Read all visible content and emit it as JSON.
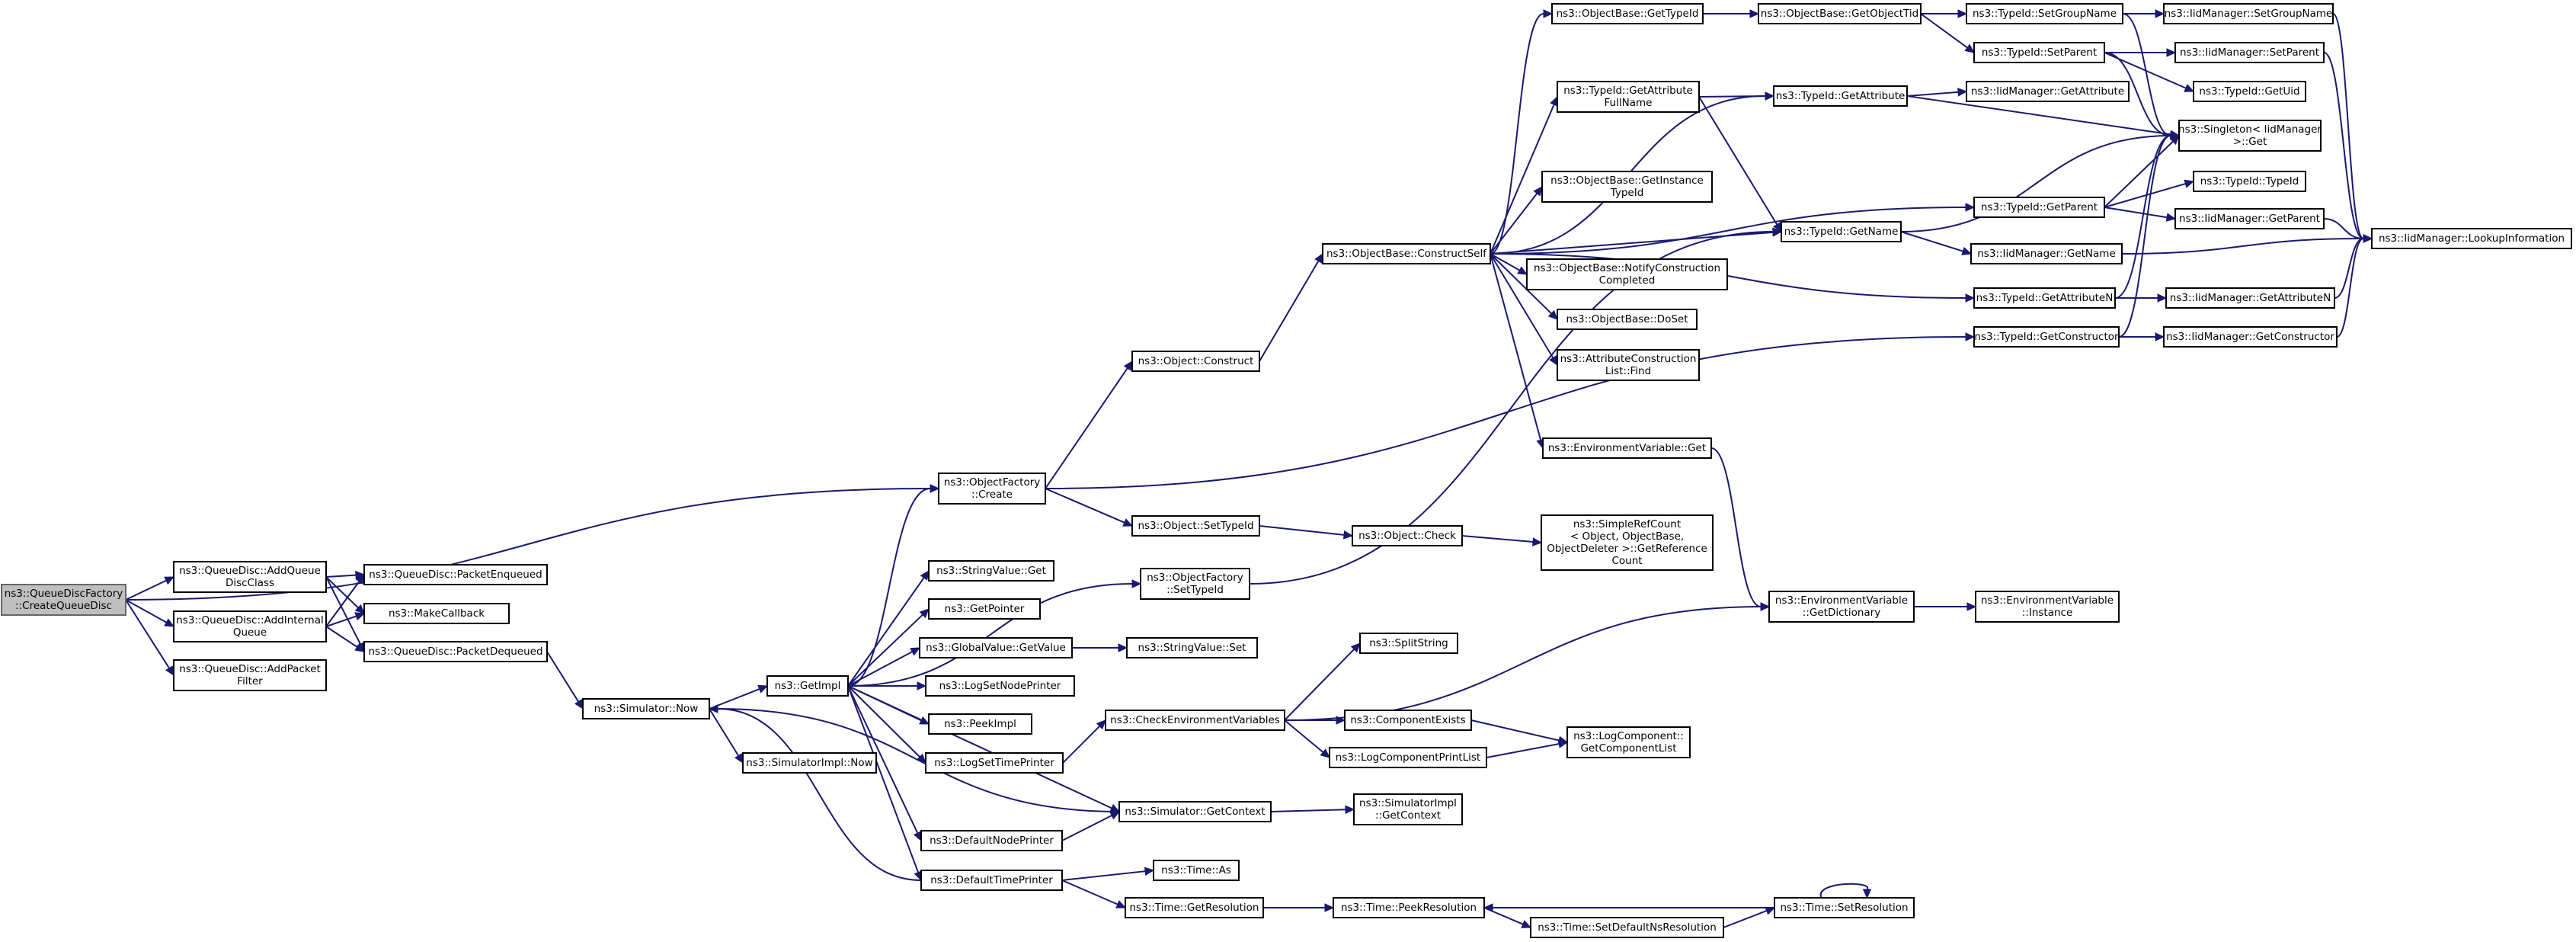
{
  "nodes": [
    {
      "id": "root",
      "label": [
        "ns3::QueueDiscFactory",
        "::CreateQueueDisc"
      ],
      "root": true
    },
    {
      "id": "addQueueDiscClass",
      "label": [
        "ns3::QueueDisc::AddQueue",
        "DiscClass"
      ]
    },
    {
      "id": "addInternalQueue",
      "label": [
        "ns3::QueueDisc::AddInternal",
        "Queue"
      ]
    },
    {
      "id": "addPacketFilter",
      "label": [
        "ns3::QueueDisc::AddPacket",
        "Filter"
      ]
    },
    {
      "id": "packetEnqueued",
      "label": [
        "ns3::QueueDisc::PacketEnqueued"
      ]
    },
    {
      "id": "makeCallback",
      "label": [
        "ns3::MakeCallback"
      ]
    },
    {
      "id": "packetDequeued",
      "label": [
        "ns3::QueueDisc::PacketDequeued"
      ]
    },
    {
      "id": "simNow",
      "label": [
        "ns3::Simulator::Now"
      ]
    },
    {
      "id": "simImplNow",
      "label": [
        "ns3::SimulatorImpl::Now"
      ]
    },
    {
      "id": "getImpl",
      "label": [
        "ns3::GetImpl"
      ]
    },
    {
      "id": "ofCreate",
      "label": [
        "ns3::ObjectFactory",
        "::Create"
      ]
    },
    {
      "id": "stringValueGet",
      "label": [
        "ns3::StringValue::Get"
      ]
    },
    {
      "id": "getPointer",
      "label": [
        "ns3::GetPointer"
      ]
    },
    {
      "id": "gvGetValue",
      "label": [
        "ns3::GlobalValue::GetValue"
      ]
    },
    {
      "id": "logSetNodePrinter",
      "label": [
        "ns3::LogSetNodePrinter"
      ]
    },
    {
      "id": "peekImpl",
      "label": [
        "ns3::PeekImpl"
      ]
    },
    {
      "id": "logSetTimePrinter",
      "label": [
        "ns3::LogSetTimePrinter"
      ]
    },
    {
      "id": "defaultNodePrinter",
      "label": [
        "ns3::DefaultNodePrinter"
      ]
    },
    {
      "id": "defaultTimePrinter",
      "label": [
        "ns3::DefaultTimePrinter"
      ]
    },
    {
      "id": "objConstruct",
      "label": [
        "ns3::Object::Construct"
      ]
    },
    {
      "id": "objSetTypeId",
      "label": [
        "ns3::Object::SetTypeId"
      ]
    },
    {
      "id": "ofSetTypeId",
      "label": [
        "ns3::ObjectFactory",
        "::SetTypeId"
      ]
    },
    {
      "id": "stringValueSet",
      "label": [
        "ns3::StringValue::Set"
      ]
    },
    {
      "id": "checkEnv",
      "label": [
        "ns3::CheckEnvironmentVariables"
      ]
    },
    {
      "id": "simGetContext",
      "label": [
        "ns3::Simulator::GetContext"
      ]
    },
    {
      "id": "timeAs",
      "label": [
        "ns3::Time::As"
      ]
    },
    {
      "id": "timeGetRes",
      "label": [
        "ns3::Time::GetResolution"
      ]
    },
    {
      "id": "constructSelf",
      "label": [
        "ns3::ObjectBase::ConstructSelf"
      ]
    },
    {
      "id": "objCheck",
      "label": [
        "ns3::Object::Check"
      ]
    },
    {
      "id": "splitString",
      "label": [
        "ns3::SplitString"
      ]
    },
    {
      "id": "componentExists",
      "label": [
        "ns3::ComponentExists"
      ]
    },
    {
      "id": "logComponentPrintList",
      "label": [
        "ns3::LogComponentPrintList"
      ]
    },
    {
      "id": "simImplGetContext",
      "label": [
        "ns3::SimulatorImpl",
        "::GetContext"
      ]
    },
    {
      "id": "timePeekRes",
      "label": [
        "ns3::Time::PeekResolution"
      ]
    },
    {
      "id": "obGetTypeId",
      "label": [
        "ns3::ObjectBase::GetTypeId"
      ]
    },
    {
      "id": "tidGetAttrFullName",
      "label": [
        "ns3::TypeId::GetAttribute",
        "FullName"
      ]
    },
    {
      "id": "obGetInstanceTypeId",
      "label": [
        "ns3::ObjectBase::GetInstance",
        "TypeId"
      ]
    },
    {
      "id": "obNotifyConstruction",
      "label": [
        "ns3::ObjectBase::NotifyConstruction",
        "Completed"
      ]
    },
    {
      "id": "obDoSet",
      "label": [
        "ns3::ObjectBase::DoSet"
      ]
    },
    {
      "id": "attrConstructionFind",
      "label": [
        "ns3::AttributeConstruction",
        "List::Find"
      ]
    },
    {
      "id": "envGet",
      "label": [
        "ns3::EnvironmentVariable::Get"
      ]
    },
    {
      "id": "simpleRefCount",
      "label": [
        "ns3::SimpleRefCount",
        "< Object, ObjectBase,",
        "ObjectDeleter >::GetReference",
        "Count"
      ]
    },
    {
      "id": "logComponentGetList",
      "label": [
        "ns3::LogComponent::",
        "GetComponentList"
      ]
    },
    {
      "id": "timeSetDefaultNsRes",
      "label": [
        "ns3::Time::SetDefaultNsResolution"
      ]
    },
    {
      "id": "obGetObjectTid",
      "label": [
        "ns3::ObjectBase::GetObjectTid"
      ]
    },
    {
      "id": "tidGetAttribute",
      "label": [
        "ns3::TypeId::GetAttribute"
      ]
    },
    {
      "id": "tidGetName",
      "label": [
        "ns3::TypeId::GetName"
      ]
    },
    {
      "id": "envGetDictionary",
      "label": [
        "ns3::EnvironmentVariable",
        "::GetDictionary"
      ]
    },
    {
      "id": "timeSetRes",
      "label": [
        "ns3::Time::SetResolution"
      ]
    },
    {
      "id": "tidSetGroupName",
      "label": [
        "ns3::TypeId::SetGroupName"
      ]
    },
    {
      "id": "tidSetParent",
      "label": [
        "ns3::TypeId::SetParent"
      ]
    },
    {
      "id": "iidGetAttribute",
      "label": [
        "ns3::IidManager::GetAttribute"
      ]
    },
    {
      "id": "tidGetParent",
      "label": [
        "ns3::TypeId::GetParent"
      ]
    },
    {
      "id": "iidGetName",
      "label": [
        "ns3::IidManager::GetName"
      ]
    },
    {
      "id": "tidGetAttributeN",
      "label": [
        "ns3::TypeId::GetAttributeN"
      ]
    },
    {
      "id": "tidGetConstructor",
      "label": [
        "ns3::TypeId::GetConstructor"
      ]
    },
    {
      "id": "envInstance",
      "label": [
        "ns3::EnvironmentVariable",
        "::Instance"
      ]
    },
    {
      "id": "iidSetGroupName",
      "label": [
        "ns3::IidManager::SetGroupName"
      ]
    },
    {
      "id": "iidSetParent",
      "label": [
        "ns3::IidManager::SetParent"
      ]
    },
    {
      "id": "tidGetUid",
      "label": [
        "ns3::TypeId::GetUid"
      ]
    },
    {
      "id": "singletonGet",
      "label": [
        "ns3::Singleton< IidManager",
        ">::Get"
      ]
    },
    {
      "id": "tidTypeId",
      "label": [
        "ns3::TypeId::TypeId"
      ]
    },
    {
      "id": "iidGetParent",
      "label": [
        "ns3::IidManager::GetParent"
      ]
    },
    {
      "id": "iidGetAttributeN",
      "label": [
        "ns3::IidManager::GetAttributeN"
      ]
    },
    {
      "id": "iidGetConstructor",
      "label": [
        "ns3::IidManager::GetConstructor"
      ]
    },
    {
      "id": "iidLookupInformation",
      "label": [
        "ns3::IidManager::LookupInformation"
      ]
    }
  ],
  "edges": [
    [
      "root",
      "ofCreate"
    ],
    [
      "root",
      "addQueueDiscClass"
    ],
    [
      "root",
      "addInternalQueue"
    ],
    [
      "root",
      "addPacketFilter"
    ],
    [
      "addQueueDiscClass",
      "packetEnqueued"
    ],
    [
      "addQueueDiscClass",
      "makeCallback"
    ],
    [
      "addQueueDiscClass",
      "packetDequeued"
    ],
    [
      "addInternalQueue",
      "packetEnqueued"
    ],
    [
      "addInternalQueue",
      "makeCallback"
    ],
    [
      "addInternalQueue",
      "packetDequeued"
    ],
    [
      "packetDequeued",
      "simNow"
    ],
    [
      "simNow",
      "getImpl"
    ],
    [
      "simNow",
      "simImplNow"
    ],
    [
      "getImpl",
      "ofCreate"
    ],
    [
      "getImpl",
      "ofSetTypeId"
    ],
    [
      "getImpl",
      "stringValueGet"
    ],
    [
      "getImpl",
      "getPointer"
    ],
    [
      "getImpl",
      "gvGetValue"
    ],
    [
      "getImpl",
      "logSetNodePrinter"
    ],
    [
      "getImpl",
      "peekImpl"
    ],
    [
      "getImpl",
      "logSetTimePrinter"
    ],
    [
      "getImpl",
      "defaultNodePrinter"
    ],
    [
      "getImpl",
      "defaultTimePrinter"
    ],
    [
      "getImpl",
      "simGetContext"
    ],
    [
      "ofCreate",
      "objConstruct"
    ],
    [
      "ofCreate",
      "objSetTypeId"
    ],
    [
      "ofCreate",
      "tidGetConstructor"
    ],
    [
      "objConstruct",
      "constructSelf"
    ],
    [
      "objSetTypeId",
      "objCheck"
    ],
    [
      "objCheck",
      "simpleRefCount"
    ],
    [
      "ofSetTypeId",
      "tidGetName"
    ],
    [
      "gvGetValue",
      "stringValueSet"
    ],
    [
      "logSetTimePrinter",
      "checkEnv"
    ],
    [
      "checkEnv",
      "splitString"
    ],
    [
      "checkEnv",
      "envGetDictionary"
    ],
    [
      "checkEnv",
      "componentExists"
    ],
    [
      "checkEnv",
      "logComponentPrintList"
    ],
    [
      "componentExists",
      "logComponentGetList"
    ],
    [
      "logComponentPrintList",
      "logComponentGetList"
    ],
    [
      "defaultNodePrinter",
      "simGetContext"
    ],
    [
      "simGetContext",
      "simImplGetContext"
    ],
    [
      "simGetContext",
      "simNow"
    ],
    [
      "defaultTimePrinter",
      "timeAs"
    ],
    [
      "defaultTimePrinter",
      "timeGetRes"
    ],
    [
      "defaultTimePrinter",
      "simNow"
    ],
    [
      "timeGetRes",
      "timePeekRes"
    ],
    [
      "timePeekRes",
      "timeSetDefaultNsRes"
    ],
    [
      "timeSetDefaultNsRes",
      "timeSetRes"
    ],
    [
      "timeSetRes",
      "timePeekRes"
    ],
    [
      "timeSetRes",
      "timeSetRes"
    ],
    [
      "constructSelf",
      "obGetTypeId"
    ],
    [
      "constructSelf",
      "tidGetAttribute"
    ],
    [
      "constructSelf",
      "tidGetAttrFullName"
    ],
    [
      "constructSelf",
      "tidGetParent"
    ],
    [
      "constructSelf",
      "obGetInstanceTypeId"
    ],
    [
      "constructSelf",
      "tidGetName"
    ],
    [
      "constructSelf",
      "obNotifyConstruction"
    ],
    [
      "constructSelf",
      "obDoSet"
    ],
    [
      "constructSelf",
      "attrConstructionFind"
    ],
    [
      "constructSelf",
      "tidGetAttributeN"
    ],
    [
      "constructSelf",
      "envGet"
    ],
    [
      "obGetTypeId",
      "obGetObjectTid"
    ],
    [
      "obGetObjectTid",
      "tidSetGroupName"
    ],
    [
      "obGetObjectTid",
      "tidSetParent"
    ],
    [
      "tidSetGroupName",
      "iidSetGroupName"
    ],
    [
      "tidSetGroupName",
      "singletonGet"
    ],
    [
      "tidSetParent",
      "iidSetParent"
    ],
    [
      "tidSetParent",
      "tidGetUid"
    ],
    [
      "tidSetParent",
      "singletonGet"
    ],
    [
      "tidGetAttrFullName",
      "tidGetAttribute"
    ],
    [
      "tidGetAttrFullName",
      "tidGetName"
    ],
    [
      "tidGetAttribute",
      "iidGetAttribute"
    ],
    [
      "tidGetAttribute",
      "singletonGet"
    ],
    [
      "tidGetParent",
      "singletonGet"
    ],
    [
      "tidGetParent",
      "tidTypeId"
    ],
    [
      "tidGetParent",
      "iidGetParent"
    ],
    [
      "tidGetName",
      "singletonGet"
    ],
    [
      "tidGetName",
      "iidGetName"
    ],
    [
      "tidGetAttributeN",
      "singletonGet"
    ],
    [
      "tidGetAttributeN",
      "iidGetAttributeN"
    ],
    [
      "tidGetConstructor",
      "singletonGet"
    ],
    [
      "tidGetConstructor",
      "iidGetConstructor"
    ],
    [
      "envGet",
      "envGetDictionary"
    ],
    [
      "envGetDictionary",
      "envInstance"
    ],
    [
      "iidSetGroupName",
      "iidLookupInformation"
    ],
    [
      "iidSetParent",
      "iidLookupInformation"
    ],
    [
      "iidGetParent",
      "iidLookupInformation"
    ],
    [
      "iidGetName",
      "iidLookupInformation"
    ],
    [
      "iidGetAttributeN",
      "iidLookupInformation"
    ],
    [
      "iidGetConstructor",
      "iidLookupInformation"
    ]
  ]
}
